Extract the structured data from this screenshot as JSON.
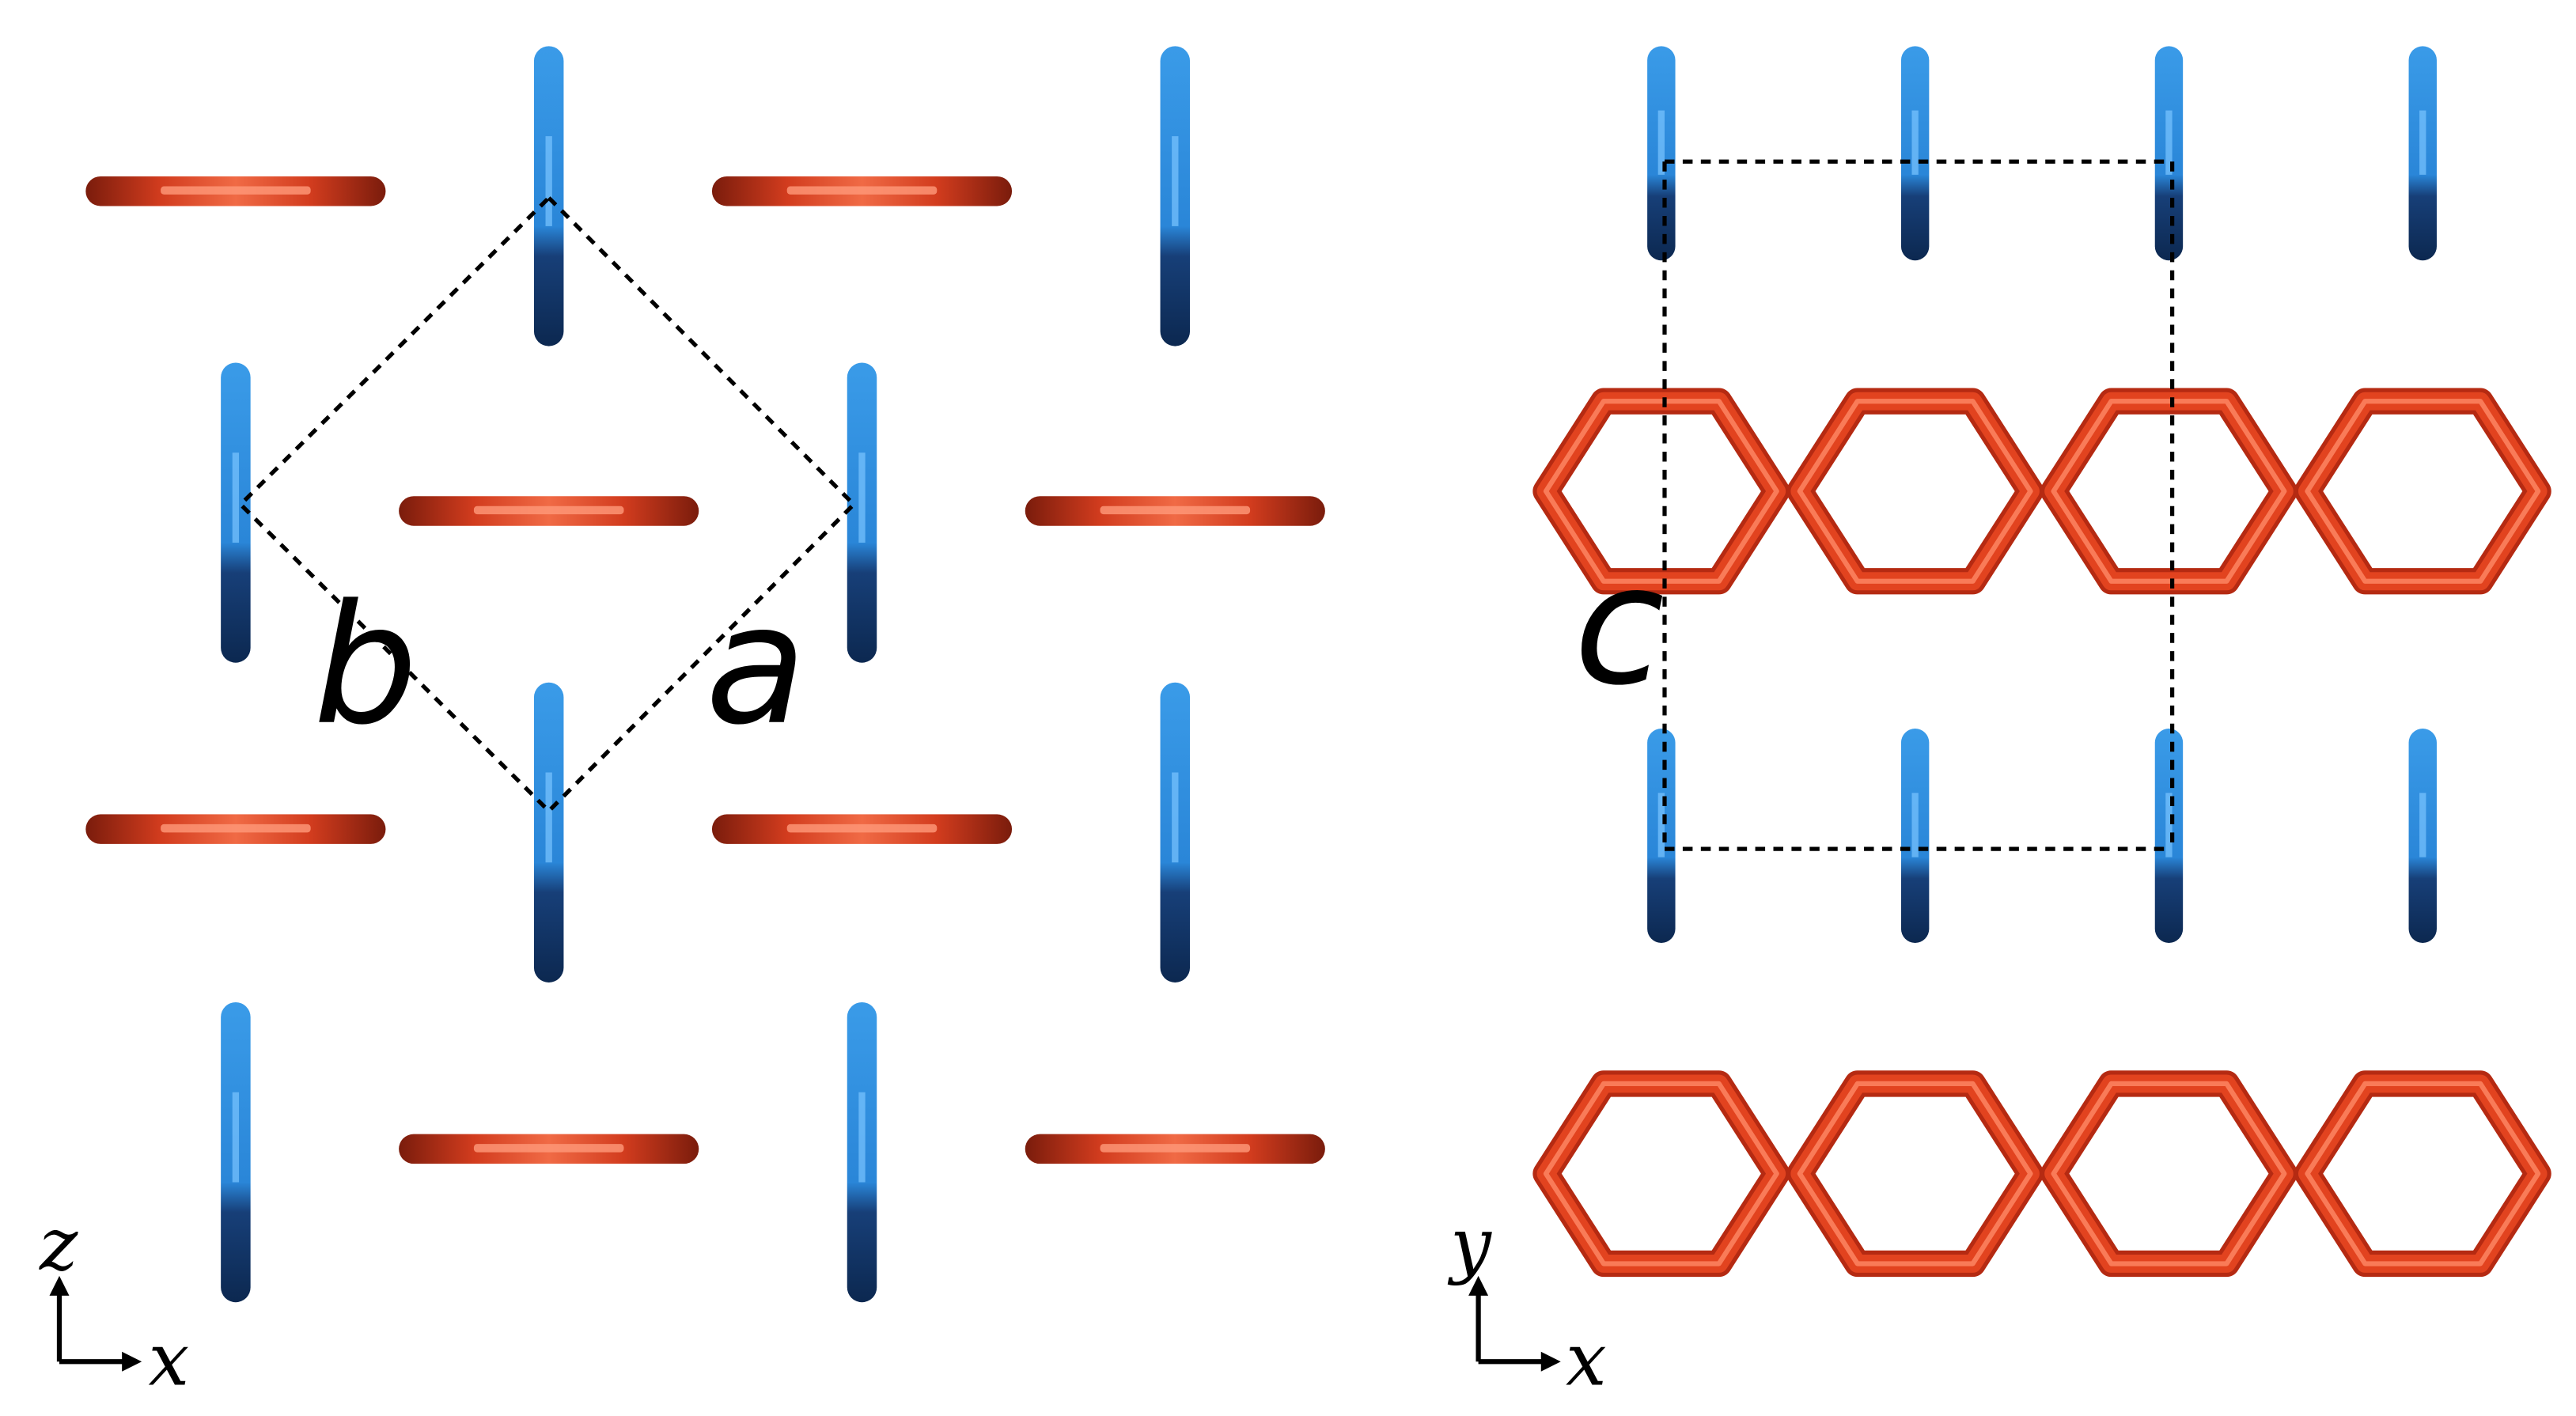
{
  "colors": {
    "red_rod": "#c8321a",
    "red_hex": "#e2431f",
    "blue_rod": "#2a86d8",
    "blue_dark": "#0f3566",
    "cell_line": "#000000"
  },
  "left_panel": {
    "label_a": "a",
    "label_b": "b",
    "axes": {
      "vertical": "z",
      "horizontal": "x"
    }
  },
  "right_panel": {
    "label_c": "c",
    "axes": {
      "vertical": "y",
      "horizontal": "x"
    }
  }
}
